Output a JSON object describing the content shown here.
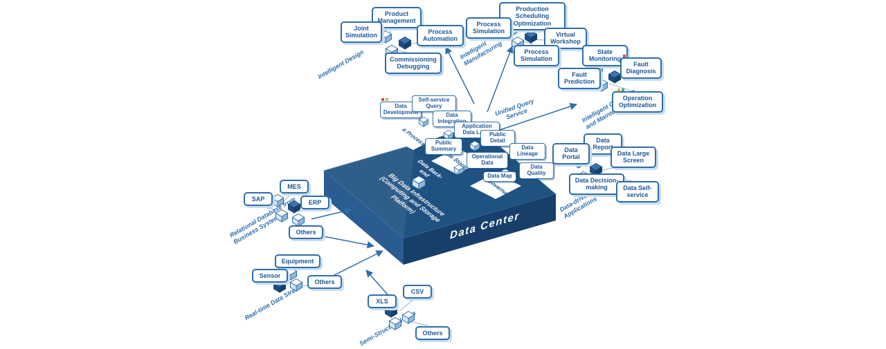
{
  "theme": {
    "navy_top": "#1f5181",
    "navy_left_face": "#2a5c92",
    "navy_right_face": "#173f6a",
    "accent": "#2e6da8",
    "text_blue": "#1e5796",
    "shadow_blue": "#c9ddf0",
    "accent_red": "#d94f3d",
    "accent_yellow": "#e8b33a",
    "accent_green": "#4caf7d"
  },
  "platform": {
    "front_label": "Data Center",
    "top_label": "Big Data Infrastructure (Computing and Storage Platform)",
    "backend_label": "Data Back-end",
    "tags": {
      "data_development": "Data Development",
      "self_service_query": "Self-service Query",
      "data_integration": "Data Integration",
      "application_data_layer": "Application Data Layer",
      "public_summary": "Public Summary",
      "public_detail": "Public Detail",
      "operational_data": "Operational Data",
      "data_lineage": "Data Lineage",
      "data_map": "Data Map",
      "data_quality": "Data Quality"
    },
    "tiles": {
      "data_processing": "Data Processing",
      "data_storage": "Data Storage",
      "data_governance": "Data Governance"
    }
  },
  "flows": {
    "unified_query": "Unified Query Service"
  },
  "clusters": {
    "intelligent_design": {
      "label": "Intelligent Design",
      "nodes": {
        "product_management": "Product Management",
        "joint_simulation": "Joint Simulation",
        "process_automation": "Process Automation",
        "commissioning_debugging": "Commissioning Debugging"
      }
    },
    "intelligent_manufacturing": {
      "label": "Intelligent Manufacturing",
      "nodes": {
        "production_scheduling_optimization": "Production Scheduling Optimization",
        "process_simulation_1": "Process Simulation",
        "virtual_workshop": "Virtual Workshop",
        "process_simulation_2": "Process Simulation"
      }
    },
    "intelligent_om": {
      "label": "Intelligent Operation and Maintenance",
      "nodes": {
        "state_monitoring": "State Monitoring",
        "fault_diagnosis": "Fault Diagnosis",
        "fault_prediction": "Fault Prediction",
        "operation_optimization": "Operation Optimization"
      }
    },
    "data_applications": {
      "label": "Data-driven Applications",
      "nodes": {
        "data_report": "Data Report",
        "data_portal": "Data Portal",
        "data_large_screen": "Data Large Screen",
        "data_decision_making": "Data Decision-making",
        "data_self_service": "Data Self-service"
      }
    },
    "business_systems": {
      "label": "Relational Database from Business Systems",
      "nodes": {
        "mes": "MES",
        "sap": "SAP",
        "erp": "ERP",
        "others": "Others"
      }
    },
    "realtime_stream": {
      "label": "Real-time Data Stream",
      "nodes": {
        "equipment": "Equipment",
        "sensor": "Sensor",
        "others": "Others"
      }
    },
    "semi_structured": {
      "label": "Semi-Structured Data",
      "nodes": {
        "csv": "CSV",
        "xls": "XLS",
        "others": "Others"
      }
    }
  }
}
